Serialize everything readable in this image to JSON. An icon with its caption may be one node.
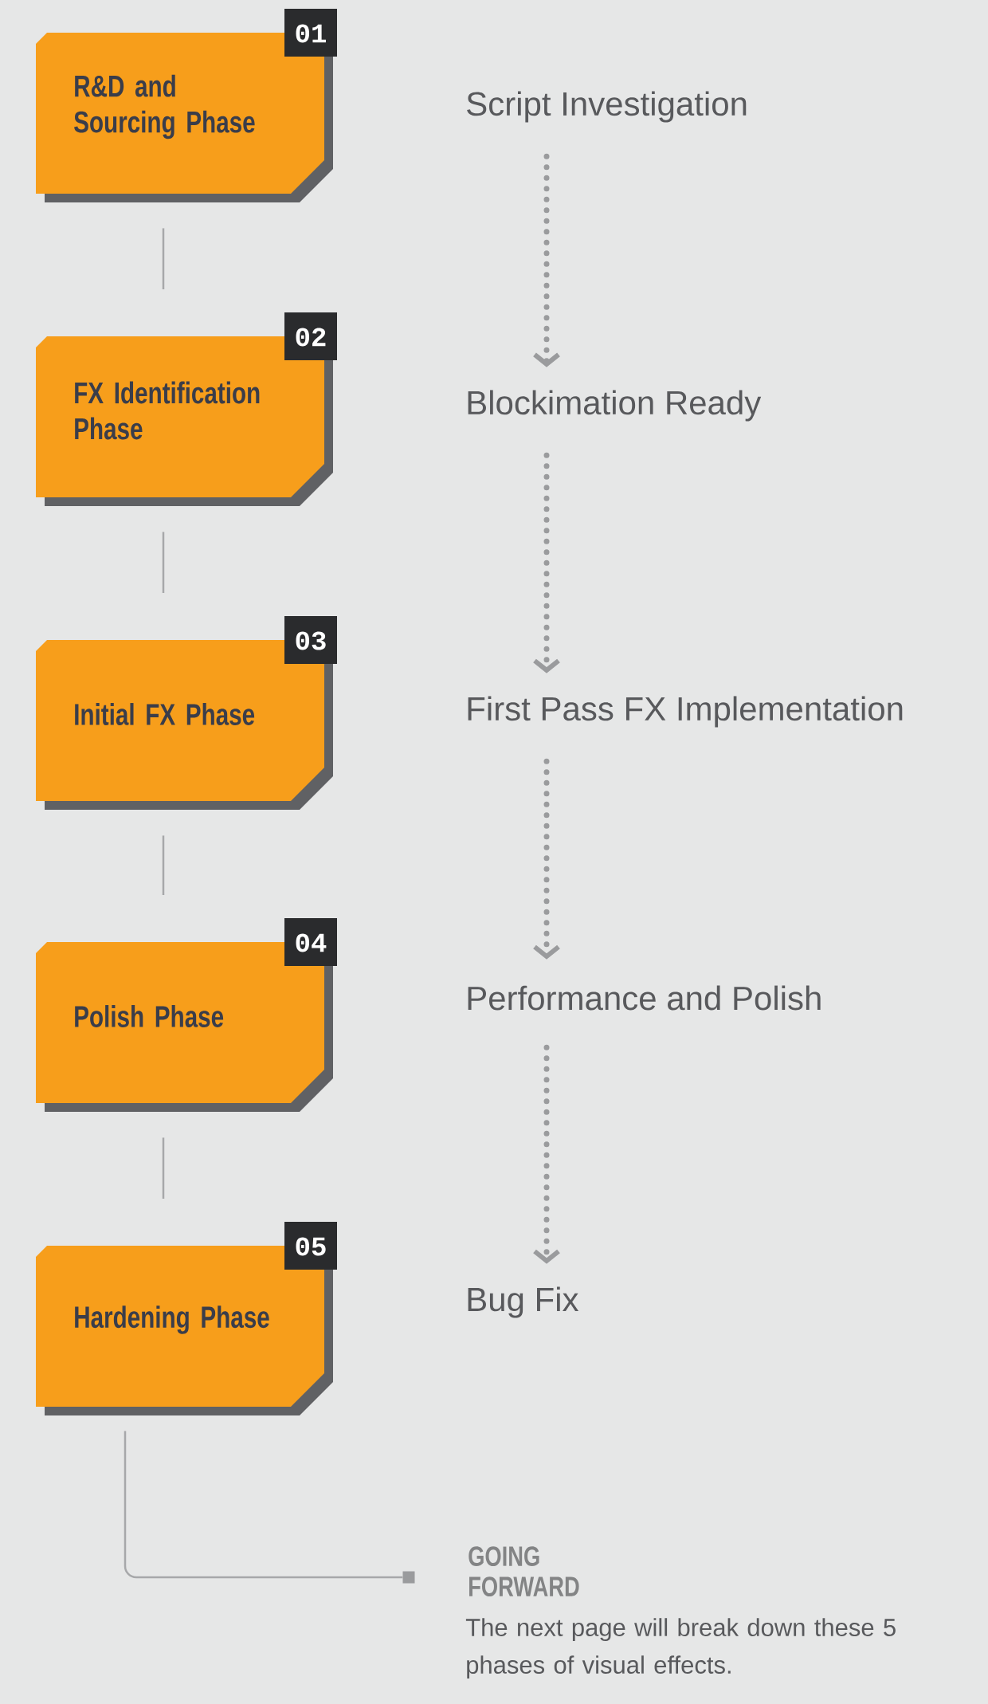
{
  "diagram": {
    "nodes": [
      {
        "text": [
          "R&D and Sourcing Phase",
          "01"
        ]
      },
      {
        "text": [
          "FX Identification Phase",
          "02"
        ]
      },
      {
        "text": [
          "Initial FX Phase",
          "03"
        ]
      },
      {
        "text": [
          "Polish Phase",
          "04"
        ]
      },
      {
        "text": [
          "Hardening Phase",
          "05"
        ]
      },
      {
        "text": [
          "Script Investigation"
        ]
      },
      {
        "text": [
          "Blockimation Ready"
        ]
      },
      {
        "text": [
          "First Pass FX Implementation"
        ]
      },
      {
        "text": [
          "Performance and Polish"
        ]
      },
      {
        "text": [
          "Bug Fix"
        ]
      },
      {
        "text": [],
        "shape": "box"
      }
    ],
    "edges": [
      {
        "from": 0,
        "to": 1,
        "arrow": "none"
      },
      {
        "from": 1,
        "to": 2,
        "arrow": "none"
      },
      {
        "from": 2,
        "to": 3,
        "arrow": "none"
      },
      {
        "from": 3,
        "to": 4,
        "arrow": "none"
      },
      {
        "from": 5,
        "to": 6,
        "arrow": "to",
        "style": "dashed"
      },
      {
        "from": 6,
        "to": 7,
        "arrow": "to",
        "style": "dashed"
      },
      {
        "from": 7,
        "to": 8,
        "arrow": "to",
        "style": "dashed"
      },
      {
        "from": 8,
        "to": 9,
        "arrow": "to",
        "style": "dashed"
      },
      {
        "from": 4,
        "to": 10,
        "arrow": "none"
      }
    ],
    "labels": [
      "GOING FORWARD",
      "The next page will break down these 5 phases of visual effects."
    ]
  }
}
